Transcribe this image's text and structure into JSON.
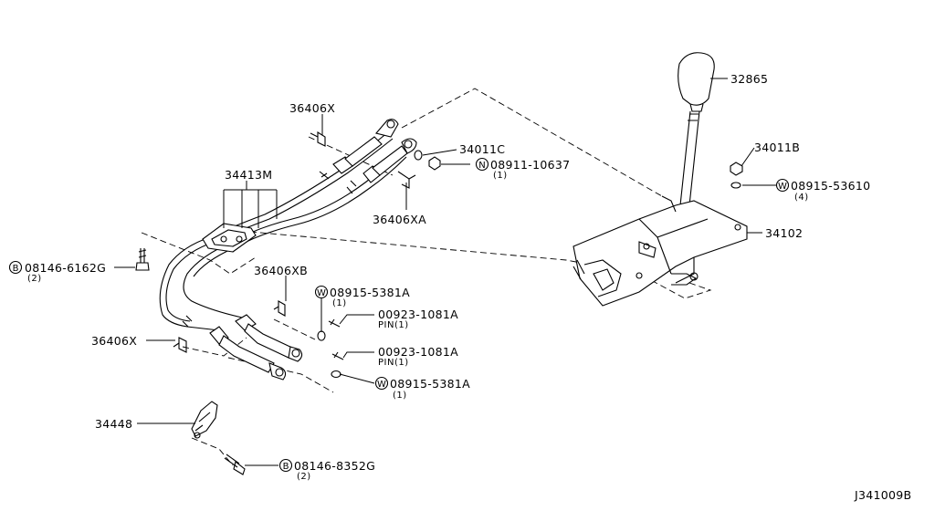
{
  "diagram_id": "J341009B",
  "labels": {
    "p32865": "32865",
    "p34011b": "34011B",
    "w53610": "08915-53610",
    "w53610_qty": "(4)",
    "p34102": "34102",
    "p36406x_top": "36406X",
    "p34011c": "34011C",
    "n10637": "08911-10637",
    "n10637_qty": "(1)",
    "p36406xa": "36406XA",
    "p34413m": "34413M",
    "b6162g": "08146-6162G",
    "b6162g_qty": "(2)",
    "p36406xb": "36406XB",
    "w5381a_1": "08915-5381A",
    "w5381a_1_qty": "(1)",
    "pin1": "00923-1081A",
    "pin1_sub": "PIN(1)",
    "p36406x_left": "36406X",
    "pin2": "00923-1081A",
    "pin2_sub": "PIN(1)",
    "w5381a_2": "08915-5381A",
    "w5381a_2_qty": "(1)",
    "p34448": "34448",
    "b8352g": "08146-8352G",
    "b8352g_qty": "(2)"
  },
  "circle_letters": {
    "bolt": "B",
    "nut": "N",
    "washer": "W"
  }
}
